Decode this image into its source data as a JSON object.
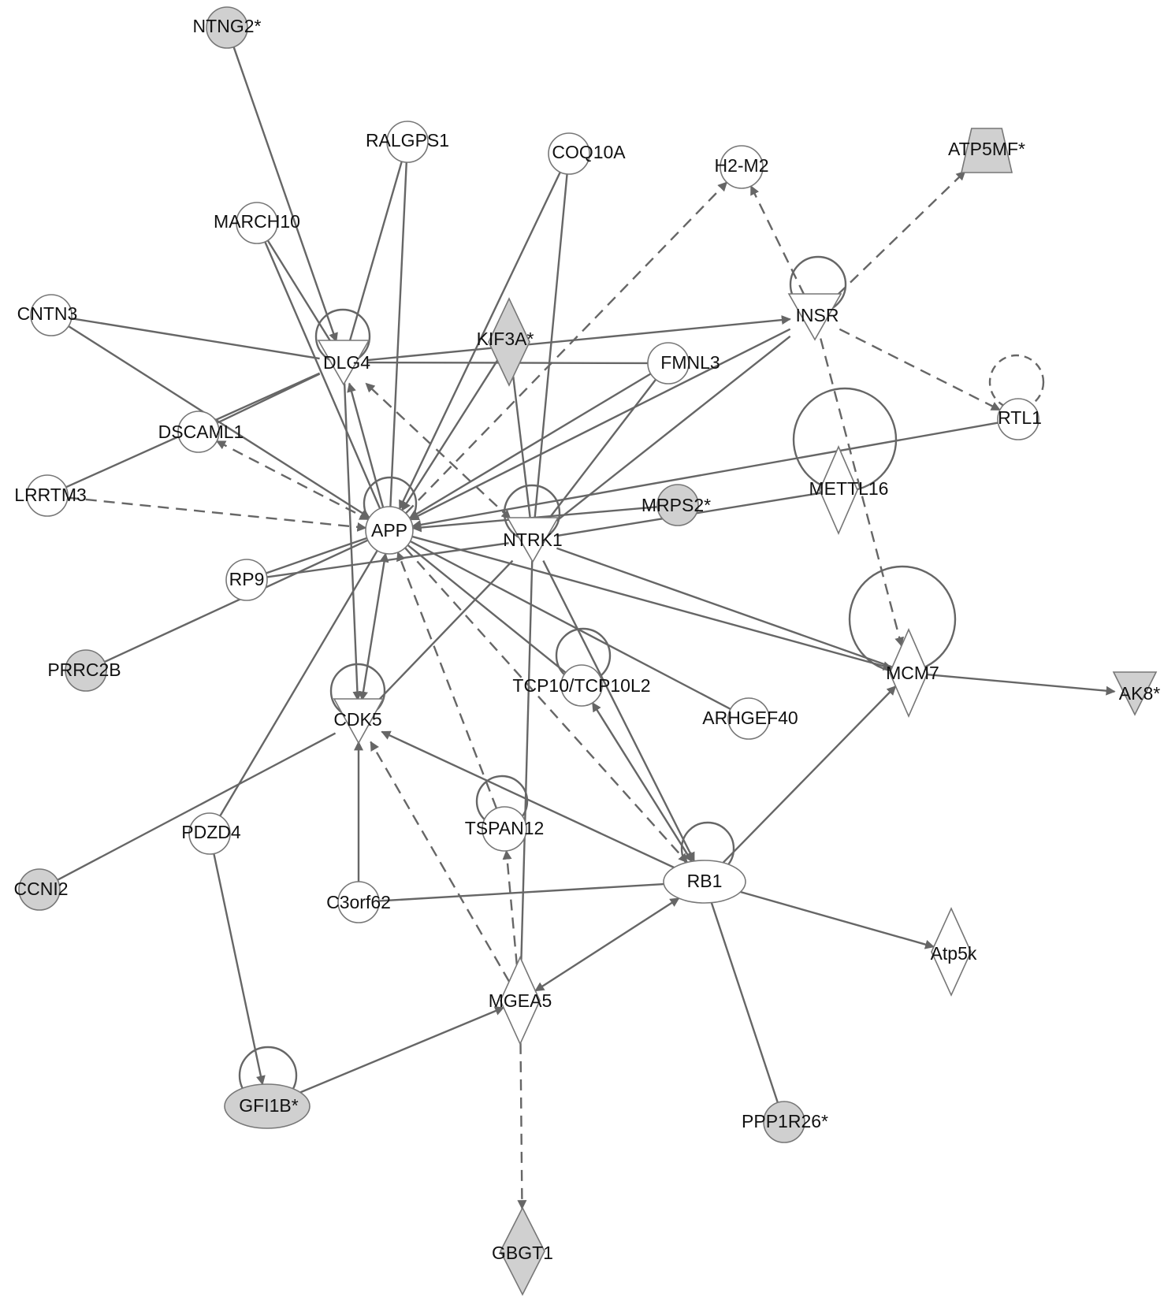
{
  "colors": {
    "edge": "#666666",
    "node_stroke": "#777777",
    "filled": "#d0d0d0",
    "empty": "#ffffff",
    "label": "#111111"
  },
  "nodes": [
    {
      "id": "NTNG2",
      "label": "NTNG2*",
      "shape": "circle",
      "filled": true
    },
    {
      "id": "RALGPS1",
      "label": "RALGPS1",
      "shape": "circle",
      "filled": false
    },
    {
      "id": "COQ10A",
      "label": "COQ10A",
      "shape": "circle",
      "filled": false
    },
    {
      "id": "H2M2",
      "label": "H2-M2",
      "shape": "circle",
      "filled": false
    },
    {
      "id": "ATP5MF",
      "label": "ATP5MF*",
      "shape": "trapezoid",
      "filled": true
    },
    {
      "id": "MARCH10",
      "label": "MARCH10",
      "shape": "circle",
      "filled": false
    },
    {
      "id": "CNTN3",
      "label": "CNTN3",
      "shape": "circle",
      "filled": false
    },
    {
      "id": "INSR",
      "label": "INSR",
      "shape": "triangle-down",
      "filled": false
    },
    {
      "id": "DLG4",
      "label": "DLG4",
      "shape": "triangle-down",
      "filled": false
    },
    {
      "id": "KIF3A",
      "label": "KIF3A*",
      "shape": "diamond",
      "filled": true
    },
    {
      "id": "FMNL3",
      "label": "FMNL3",
      "shape": "circle",
      "filled": false
    },
    {
      "id": "RTL1",
      "label": "RTL1",
      "shape": "circle",
      "filled": false
    },
    {
      "id": "DSCAML1",
      "label": "DSCAML1",
      "shape": "circle",
      "filled": false
    },
    {
      "id": "LRRTM3",
      "label": "LRRTM3",
      "shape": "circle",
      "filled": false
    },
    {
      "id": "METTL16",
      "label": "METTL16",
      "shape": "diamond",
      "filled": false
    },
    {
      "id": "MRPS2",
      "label": "MRPS2*",
      "shape": "circle",
      "filled": true
    },
    {
      "id": "APP",
      "label": "APP",
      "shape": "circle",
      "filled": false
    },
    {
      "id": "NTRK1",
      "label": "NTRK1",
      "shape": "triangle-down",
      "filled": false
    },
    {
      "id": "RP9",
      "label": "RP9",
      "shape": "circle",
      "filled": false
    },
    {
      "id": "PRRC2B",
      "label": "PRRC2B",
      "shape": "circle",
      "filled": true
    },
    {
      "id": "MCM7",
      "label": "MCM7",
      "shape": "diamond",
      "filled": false
    },
    {
      "id": "AK8",
      "label": "AK8*",
      "shape": "triangle-down",
      "filled": true
    },
    {
      "id": "TCP10",
      "label": "TCP10/TCP10L2",
      "shape": "circle",
      "filled": false
    },
    {
      "id": "ARHGEF40",
      "label": "ARHGEF40",
      "shape": "circle",
      "filled": false
    },
    {
      "id": "CDK5",
      "label": "CDK5",
      "shape": "triangle-down",
      "filled": false
    },
    {
      "id": "TSPAN12",
      "label": "TSPAN12",
      "shape": "circle",
      "filled": false
    },
    {
      "id": "PDZD4",
      "label": "PDZD4",
      "shape": "circle",
      "filled": false
    },
    {
      "id": "RB1",
      "label": "RB1",
      "shape": "ellipse",
      "filled": false
    },
    {
      "id": "CCNI2",
      "label": "CCNI2",
      "shape": "circle",
      "filled": true
    },
    {
      "id": "C3orf62",
      "label": "C3orf62",
      "shape": "circle",
      "filled": false
    },
    {
      "id": "Atp5k",
      "label": "Atp5k",
      "shape": "diamond",
      "filled": false
    },
    {
      "id": "MGEA5",
      "label": "MGEA5",
      "shape": "diamond",
      "filled": false
    },
    {
      "id": "GFI1B",
      "label": "GFI1B*",
      "shape": "ellipse",
      "filled": true
    },
    {
      "id": "PPP1R26",
      "label": "PPP1R26*",
      "shape": "circle",
      "filled": true
    },
    {
      "id": "GBGT1",
      "label": "GBGT1",
      "shape": "diamond",
      "filled": true
    }
  ],
  "edges": [
    {
      "source": "NTNG2",
      "target": "DLG4",
      "dashed": false,
      "arrow": "end"
    },
    {
      "source": "RALGPS1",
      "target": "DLG4",
      "dashed": false,
      "arrow": "none"
    },
    {
      "source": "RALGPS1",
      "target": "APP",
      "dashed": false,
      "arrow": "none"
    },
    {
      "source": "COQ10A",
      "target": "APP",
      "dashed": false,
      "arrow": "end"
    },
    {
      "source": "COQ10A",
      "target": "NTRK1",
      "dashed": false,
      "arrow": "none"
    },
    {
      "source": "MARCH10",
      "target": "DLG4",
      "dashed": false,
      "arrow": "none"
    },
    {
      "source": "MARCH10",
      "target": "APP",
      "dashed": false,
      "arrow": "none"
    },
    {
      "source": "CNTN3",
      "target": "DLG4",
      "dashed": false,
      "arrow": "none"
    },
    {
      "source": "CNTN3",
      "target": "APP",
      "dashed": false,
      "arrow": "end"
    },
    {
      "source": "DLG4",
      "target": "INSR",
      "dashed": false,
      "arrow": "end"
    },
    {
      "source": "DLG4",
      "target": "FMNL3",
      "dashed": false,
      "arrow": "none"
    },
    {
      "source": "DLG4",
      "target": "DSCAML1",
      "dashed": false,
      "arrow": "none"
    },
    {
      "source": "DLG4",
      "target": "CDK5",
      "dashed": false,
      "arrow": "end"
    },
    {
      "source": "APP",
      "target": "DLG4",
      "dashed": false,
      "arrow": "end"
    },
    {
      "source": "NTRK1",
      "target": "DLG4",
      "dashed": true,
      "arrow": "both"
    },
    {
      "source": "KIF3A",
      "target": "APP",
      "dashed": false,
      "arrow": "end"
    },
    {
      "source": "KIF3A",
      "target": "NTRK1",
      "dashed": false,
      "arrow": "none"
    },
    {
      "source": "FMNL3",
      "target": "APP",
      "dashed": false,
      "arrow": "end"
    },
    {
      "source": "FMNL3",
      "target": "NTRK1",
      "dashed": false,
      "arrow": "none"
    },
    {
      "source": "INSR",
      "target": "APP",
      "dashed": false,
      "arrow": "end"
    },
    {
      "source": "INSR",
      "target": "NTRK1",
      "dashed": false,
      "arrow": "none"
    },
    {
      "source": "INSR",
      "target": "H2M2",
      "dashed": true,
      "arrow": "end"
    },
    {
      "source": "INSR",
      "target": "ATP5MF",
      "dashed": true,
      "arrow": "end"
    },
    {
      "source": "INSR",
      "target": "RTL1",
      "dashed": true,
      "arrow": "end"
    },
    {
      "source": "INSR",
      "target": "MCM7",
      "dashed": true,
      "arrow": "end"
    },
    {
      "source": "APP",
      "target": "H2M2",
      "dashed": true,
      "arrow": "end"
    },
    {
      "source": "DSCAML1",
      "target": "APP",
      "dashed": true,
      "arrow": "both"
    },
    {
      "source": "LRRTM3",
      "target": "APP",
      "dashed": true,
      "arrow": "end"
    },
    {
      "source": "LRRTM3",
      "target": "DLG4",
      "dashed": false,
      "arrow": "none"
    },
    {
      "source": "RTL1",
      "target": "APP",
      "dashed": false,
      "arrow": "end"
    },
    {
      "source": "METTL16",
      "target": "NTRK1",
      "dashed": false,
      "arrow": "none"
    },
    {
      "source": "MRPS2",
      "target": "APP",
      "dashed": false,
      "arrow": "end"
    },
    {
      "source": "RP9",
      "target": "APP",
      "dashed": false,
      "arrow": "none"
    },
    {
      "source": "RP9",
      "target": "NTRK1",
      "dashed": false,
      "arrow": "none"
    },
    {
      "source": "PRRC2B",
      "target": "APP",
      "dashed": false,
      "arrow": "none"
    },
    {
      "source": "APP",
      "target": "MCM7",
      "dashed": false,
      "arrow": "end"
    },
    {
      "source": "NTRK1",
      "target": "MCM7",
      "dashed": false,
      "arrow": "none"
    },
    {
      "source": "MCM7",
      "target": "AK8",
      "dashed": false,
      "arrow": "end"
    },
    {
      "source": "APP",
      "target": "TCP10",
      "dashed": false,
      "arrow": "none"
    },
    {
      "source": "APP",
      "target": "ARHGEF40",
      "dashed": false,
      "arrow": "none"
    },
    {
      "source": "APP",
      "target": "CDK5",
      "dashed": false,
      "arrow": "both"
    },
    {
      "source": "NTRK1",
      "target": "CDK5",
      "dashed": false,
      "arrow": "none"
    },
    {
      "source": "TSPAN12",
      "target": "APP",
      "dashed": true,
      "arrow": "end"
    },
    {
      "source": "PDZD4",
      "target": "APP",
      "dashed": false,
      "arrow": "none"
    },
    {
      "source": "PDZD4",
      "target": "GFI1B",
      "dashed": false,
      "arrow": "end"
    },
    {
      "source": "NTRK1",
      "target": "RB1",
      "dashed": false,
      "arrow": "end"
    },
    {
      "source": "APP",
      "target": "RB1",
      "dashed": true,
      "arrow": "end"
    },
    {
      "source": "TCP10",
      "target": "RB1",
      "dashed": false,
      "arrow": "both"
    },
    {
      "source": "RB1",
      "target": "CDK5",
      "dashed": false,
      "arrow": "end"
    },
    {
      "source": "RB1",
      "target": "MCM7",
      "dashed": false,
      "arrow": "end"
    },
    {
      "source": "RB1",
      "target": "Atp5k",
      "dashed": false,
      "arrow": "end"
    },
    {
      "source": "CCNI2",
      "target": "CDK5",
      "dashed": false,
      "arrow": "none"
    },
    {
      "source": "C3orf62",
      "target": "CDK5",
      "dashed": false,
      "arrow": "end"
    },
    {
      "source": "C3orf62",
      "target": "RB1",
      "dashed": false,
      "arrow": "none"
    },
    {
      "source": "MGEA5",
      "target": "RB1",
      "dashed": false,
      "arrow": "both"
    },
    {
      "source": "MGEA5",
      "target": "CDK5",
      "dashed": true,
      "arrow": "end"
    },
    {
      "source": "MGEA5",
      "target": "TSPAN12",
      "dashed": true,
      "arrow": "end"
    },
    {
      "source": "MGEA5",
      "target": "NTRK1",
      "dashed": false,
      "arrow": "none"
    },
    {
      "source": "MGEA5",
      "target": "GBGT1",
      "dashed": true,
      "arrow": "end"
    },
    {
      "source": "GFI1B",
      "target": "MGEA5",
      "dashed": false,
      "arrow": "end"
    },
    {
      "source": "PPP1R26",
      "target": "RB1",
      "dashed": false,
      "arrow": "none"
    }
  ],
  "self_loops": [
    {
      "node": "DLG4",
      "dashed": false
    },
    {
      "node": "INSR",
      "dashed": false
    },
    {
      "node": "RTL1",
      "dashed": true
    },
    {
      "node": "APP",
      "dashed": false
    },
    {
      "node": "NTRK1",
      "dashed": false
    },
    {
      "node": "METTL16",
      "dashed": false
    },
    {
      "node": "MCM7",
      "dashed": false
    },
    {
      "node": "CDK5",
      "dashed": false
    },
    {
      "node": "TCP10",
      "dashed": false
    },
    {
      "node": "TSPAN12",
      "dashed": false
    },
    {
      "node": "RB1",
      "dashed": false
    },
    {
      "node": "GFI1B",
      "dashed": false
    }
  ]
}
